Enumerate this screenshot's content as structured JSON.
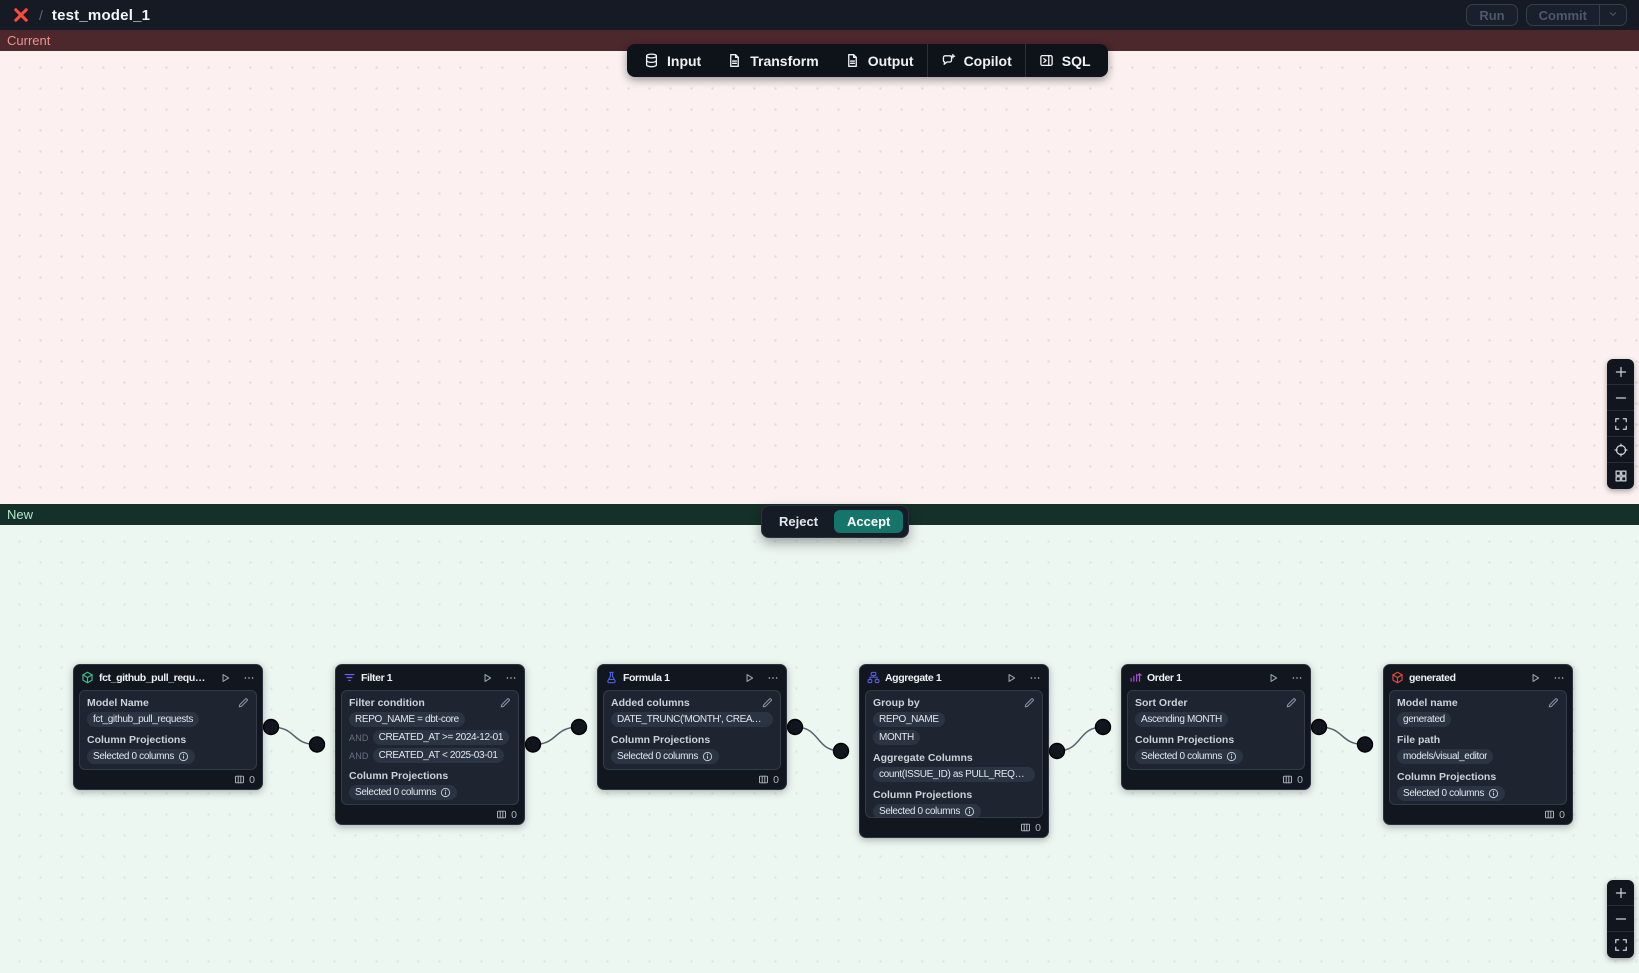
{
  "topbar": {
    "logo_color": "#ff4a3c",
    "breadcrumb_separator": "/",
    "title": "test_model_1",
    "run_button": "Run",
    "commit_button": "Commit"
  },
  "diff": {
    "current_label": "Current",
    "new_label": "New",
    "reject_button": "Reject",
    "accept_button": "Accept",
    "accept_color": "#15756b",
    "current_bar_color": "#4c272c",
    "new_bar_color": "#153029"
  },
  "toolbar": {
    "items": [
      {
        "label": "Input",
        "icon": "database-icon"
      },
      {
        "label": "Transform",
        "icon": "document-icon"
      },
      {
        "label": "Output",
        "icon": "document-icon"
      },
      {
        "label": "Copilot",
        "icon": "copilot-icon",
        "divider_before": true
      },
      {
        "label": "SQL",
        "icon": "sql-panel-icon",
        "divider_before": true
      }
    ]
  },
  "pipeline": {
    "nodes": [
      {
        "title": "fct_github_pull_requests",
        "icon": "model-cube-icon",
        "icon_color": "#3fbf8e",
        "sections": [
          {
            "label": "Model Name",
            "pills": [
              {
                "text": "fct_github_pull_requests"
              }
            ]
          },
          {
            "label": "Column Projections",
            "pills": [
              {
                "text": "Selected 0 columns",
                "info": true
              }
            ]
          }
        ],
        "footer_count": "0"
      },
      {
        "title": "Filter 1",
        "icon": "filter-icon",
        "icon_color": "#7b5ff0",
        "sections": [
          {
            "label": "Filter condition",
            "pills": [
              {
                "text": "REPO_NAME = dbt-core"
              },
              {
                "prefix": "AND",
                "text": "CREATED_AT >= 2024-12-01"
              },
              {
                "prefix": "AND",
                "text": "CREATED_AT < 2025-03-01"
              }
            ]
          },
          {
            "label": "Column Projections",
            "pills": [
              {
                "text": "Selected 0 columns",
                "info": true
              }
            ]
          }
        ],
        "footer_count": "0"
      },
      {
        "title": "Formula 1",
        "icon": "flask-icon",
        "icon_color": "#4b5ee0",
        "sections": [
          {
            "label": "Added columns",
            "pills": [
              {
                "text": "DATE_TRUNC('MONTH', CREATED_AT…"
              }
            ]
          },
          {
            "label": "Column Projections",
            "pills": [
              {
                "text": "Selected 0 columns",
                "info": true
              }
            ]
          }
        ],
        "footer_count": "0"
      },
      {
        "title": "Aggregate 1",
        "icon": "sitemap-icon",
        "icon_color": "#5558e2",
        "sections": [
          {
            "label": "Group by",
            "pills": [
              {
                "text": "REPO_NAME"
              },
              {
                "text": "MONTH"
              }
            ]
          },
          {
            "label": "Aggregate Columns",
            "pills": [
              {
                "text": "count(ISSUE_ID) as PULL_REQUEST_…"
              }
            ]
          },
          {
            "label": "Column Projections",
            "pills": [
              {
                "text": "Selected 0 columns",
                "info": true
              }
            ]
          }
        ],
        "footer_count": "0"
      },
      {
        "title": "Order 1",
        "icon": "sort-icon",
        "icon_color": "#b44fe0",
        "sections": [
          {
            "label": "Sort Order",
            "pills": [
              {
                "text": "Ascending MONTH"
              }
            ]
          },
          {
            "label": "Column Projections",
            "pills": [
              {
                "text": "Selected 0 columns",
                "info": true
              }
            ]
          }
        ],
        "footer_count": "0"
      },
      {
        "title": "generated",
        "icon": "model-cube-icon",
        "icon_color": "#e14b3e",
        "sections": [
          {
            "label": "Model name",
            "pills": [
              {
                "text": "generated"
              }
            ]
          },
          {
            "label": "File path",
            "pills": [
              {
                "text": "models/visual_editor"
              }
            ]
          },
          {
            "label": "Column Projections",
            "pills": [
              {
                "text": "Selected 0 columns",
                "info": true
              }
            ]
          }
        ],
        "footer_count": "0"
      }
    ]
  },
  "zoom_controls": {
    "current_pane": [
      "plus-icon",
      "minus-icon",
      "fit-view-icon",
      "focus-icon",
      "grid-icon"
    ],
    "new_pane": [
      "plus-icon",
      "minus-icon",
      "fit-view-icon"
    ]
  }
}
